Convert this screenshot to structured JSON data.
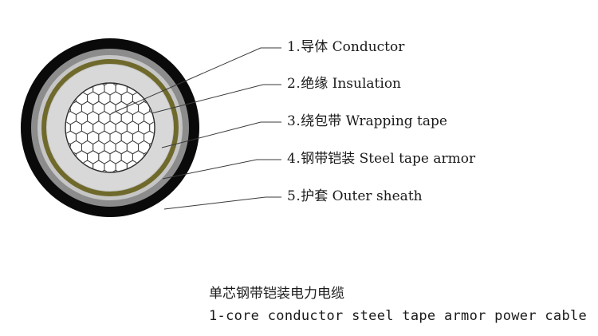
{
  "layers": [
    {
      "num": "1.",
      "cn": "导体",
      "en": "Conductor"
    },
    {
      "num": "2.",
      "cn": "绝缘",
      "en": "Insulation"
    },
    {
      "num": "3.",
      "cn": "绕包带",
      "en": "Wrapping tape"
    },
    {
      "num": "4.",
      "cn": "钢带铠装",
      "en": "Steel tape armor"
    },
    {
      "num": "5.",
      "cn": "护套",
      "en": "Outer sheath"
    }
  ],
  "caption": {
    "cn": "单芯钢带铠装电力电缆",
    "en": "1-core conductor steel tape armor power cable"
  },
  "colors": {
    "sheath": "#0a0a0a",
    "armor": "#8c8c8c",
    "tape_outer": "#c6c6c6",
    "tape_ring": "#6f6a2c",
    "insulation": "#d8d8d8",
    "conductor": "#ffffff"
  }
}
